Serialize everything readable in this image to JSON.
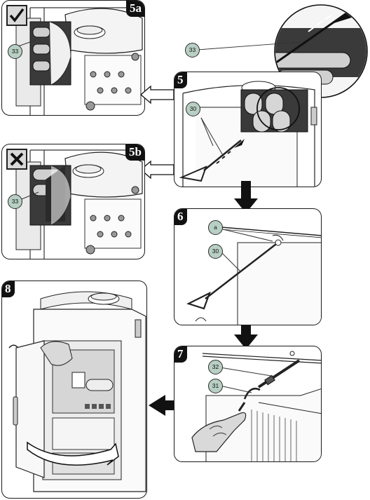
{
  "steps": {
    "s5a": "5a",
    "s5": "5",
    "s5b": "5b",
    "s6": "6",
    "s7": "7",
    "s8": "8"
  },
  "callouts": {
    "p5a_33": "33",
    "zoom_33": "33",
    "p5_30": "30",
    "p5b_33": "33",
    "p6_a": "a",
    "p6_30": "30",
    "p7_32": "32",
    "p7_31": "31"
  },
  "marks": {
    "correct": "check-mark-icon",
    "wrong": "cross-mark-icon"
  },
  "colors": {
    "callout_fill": "#b8cfc4",
    "badge_fill": "#111111",
    "line": "#1a1a1a",
    "shade_dark": "#3a3a3a",
    "shade_mid": "#bdbdbd",
    "panel_border": "#1a1a1a"
  }
}
